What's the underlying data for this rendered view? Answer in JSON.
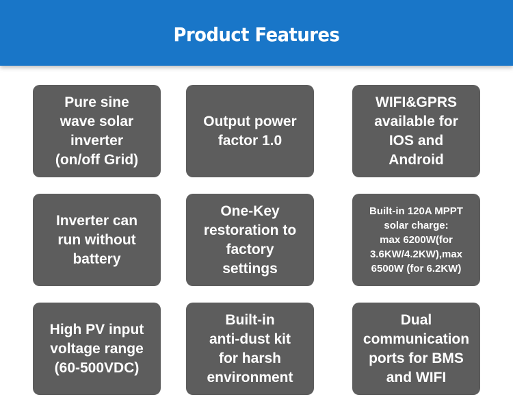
{
  "header": {
    "title": "Product Features"
  },
  "features": [
    "Pure sine\nwave solar\ninverter\n(on/off Grid)",
    "Output power\nfactor 1.0",
    "WIFI&GPRS\navailable for\nIOS and\nAndroid",
    "Inverter can\nrun without\nbattery",
    "One-Key\nrestoration to\nfactory\nsettings",
    "Built-in 120A MPPT\nsolar charge:\nmax 6200W(for\n3.6KW/4.2KW),max\n6500W (for 6.2KW)",
    "High PV input\nvoltage range\n(60-500VDC)",
    "Built-in\nanti-dust kit\nfor harsh\nenvironment",
    "Dual\ncommunication\nports for BMS\nand WIFI"
  ],
  "colors": {
    "banner": "#1976c8",
    "card": "#5d5d5d",
    "text": "#ffffff"
  }
}
